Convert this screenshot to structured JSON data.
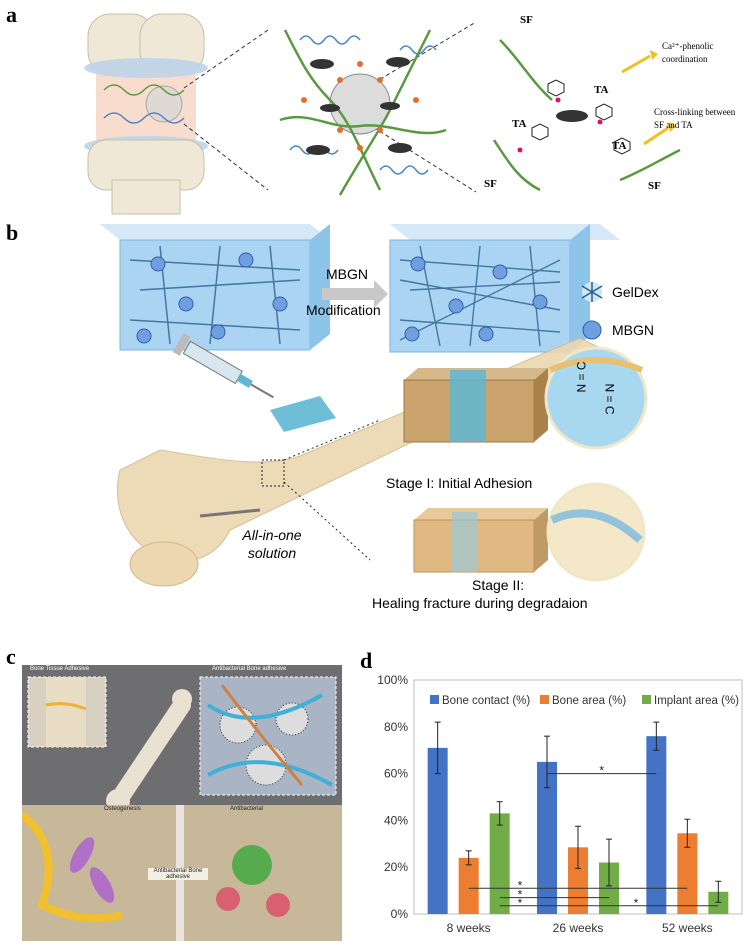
{
  "panels": {
    "a": {
      "letter": "a",
      "labels": {
        "sf_top": "SF",
        "sf_bottom_left": "SF",
        "sf_bottom_right": "SF",
        "ta_top": "TA",
        "ta_left": "TA",
        "ta_right": "TA",
        "ca_coordination": "Ca²⁺-phenolic coordination",
        "crosslinking": "Cross-linking between SF and TA"
      }
    },
    "b": {
      "letter": "b",
      "arrow_label_1": "MBGN",
      "arrow_label_2": "Modification",
      "legend_geldex": "GelDex",
      "legend_mbgn": "MBGN",
      "all_in_one": "All-in-one solution",
      "stage1": "Stage I:  Initial Adhesion",
      "stage2_line1": "Stage II:",
      "stage2_line2": "Healing fracture during degradaion",
      "imine_label": "N = C"
    },
    "c": {
      "letter": "c",
      "bone_tissue_adhesive": "Bone Tissue Adhesive",
      "antibacterial_bone_adhesive": "Antibacterial Bone adhesive",
      "osteogenesis": "Osteogenesis",
      "antibacterial": "Antibacterial",
      "center_label": "Antibacterial Bone adhesive"
    },
    "d": {
      "letter": "d"
    }
  },
  "chart_data": {
    "type": "bar",
    "categories": [
      "8 weeks",
      "26 weeks",
      "52 weeks"
    ],
    "series": [
      {
        "name": "Bone contact (%)",
        "color": "#4472C4",
        "values": [
          71,
          65,
          76
        ],
        "errors": [
          11,
          11,
          6
        ]
      },
      {
        "name": "Bone area (%)",
        "color": "#ED7D31",
        "values": [
          24,
          28.5,
          34.5
        ],
        "errors": [
          3,
          9,
          6
        ]
      },
      {
        "name": "Implant area (%)",
        "color": "#70AD47",
        "values": [
          43,
          22,
          9.5
        ],
        "errors": [
          5,
          10,
          4.5
        ]
      }
    ],
    "yticks": [
      "0%",
      "20%",
      "40%",
      "60%",
      "80%",
      "100%"
    ],
    "ylim": [
      0,
      100
    ],
    "legend_position": "top",
    "grid": false,
    "significance_mark": "*"
  }
}
